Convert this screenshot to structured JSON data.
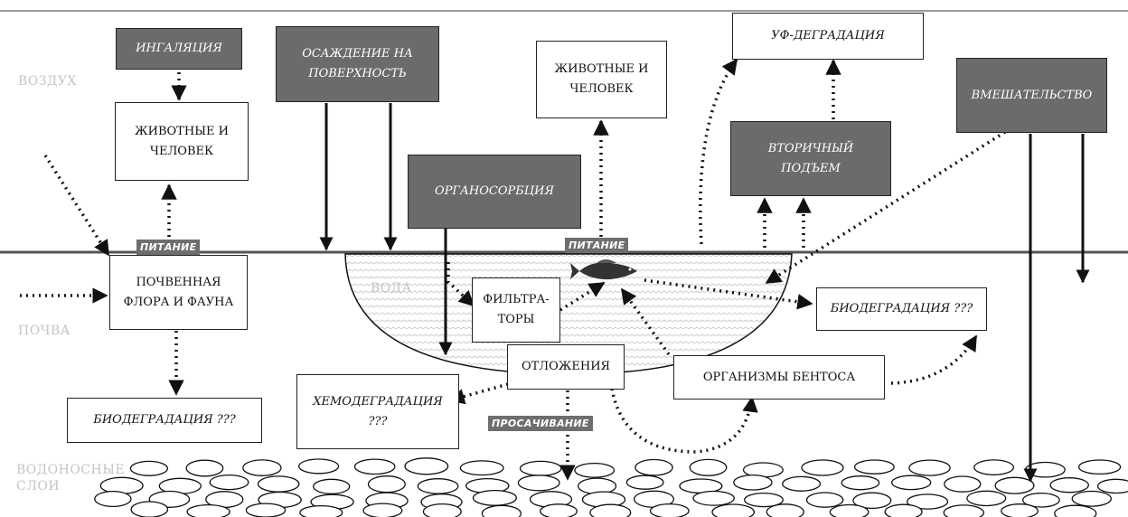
{
  "zones": {
    "air": "ВОЗДУХ",
    "soil": "ПОЧВА",
    "water": "ВОДА",
    "aquifer_1": "ВОДОНОСНЫЕ",
    "aquifer_2": "СЛОИ"
  },
  "boxes": {
    "inhalation": "ИНГАЛЯЦИЯ",
    "animals_left": "ЖИВОТНЫЕ И ЧЕЛОВЕК",
    "deposition": "ОСАЖДЕНИЕ НА ПОВЕРХНОСТЬ",
    "organosorption": "ОРГАНОСОРБЦИЯ",
    "animals_mid": "ЖИВОТНЫЕ И ЧЕЛОВЕК",
    "uv_degradation": "УФ-ДЕГРАДАЦИЯ",
    "secondary_rise": "ВТОРИЧНЫЙ ПОДЪЕМ",
    "intervention": "ВМЕШАТЕЛЬСТВО",
    "soil_flora": "ПОЧВЕННАЯ ФЛОРА И ФАУНА",
    "filter_feeders": "ФИЛЬТРА-ТОРЫ",
    "biodegradation_right": "БИОДЕГРАДАЦИЯ ???",
    "sediments": "ОТЛОЖЕНИЯ",
    "benthos": "ОРГАНИЗМЫ БЕНТОСА",
    "chemodegradation": "ХЕМОДЕГРАДАЦИЯ ???",
    "biodegradation_left": "БИОДЕГРАДАЦИЯ ???"
  },
  "tags": {
    "nutrition_left": "ПИТАНИЕ",
    "nutrition_mid": "ПИТАНИЕ",
    "seepage": "ПРОСАЧИВАНИЕ"
  },
  "colors": {
    "dark_box": "#6b6b6b",
    "tag": "#6e6e6e",
    "zone_label": "#c4c4c4",
    "line": "#111111"
  }
}
